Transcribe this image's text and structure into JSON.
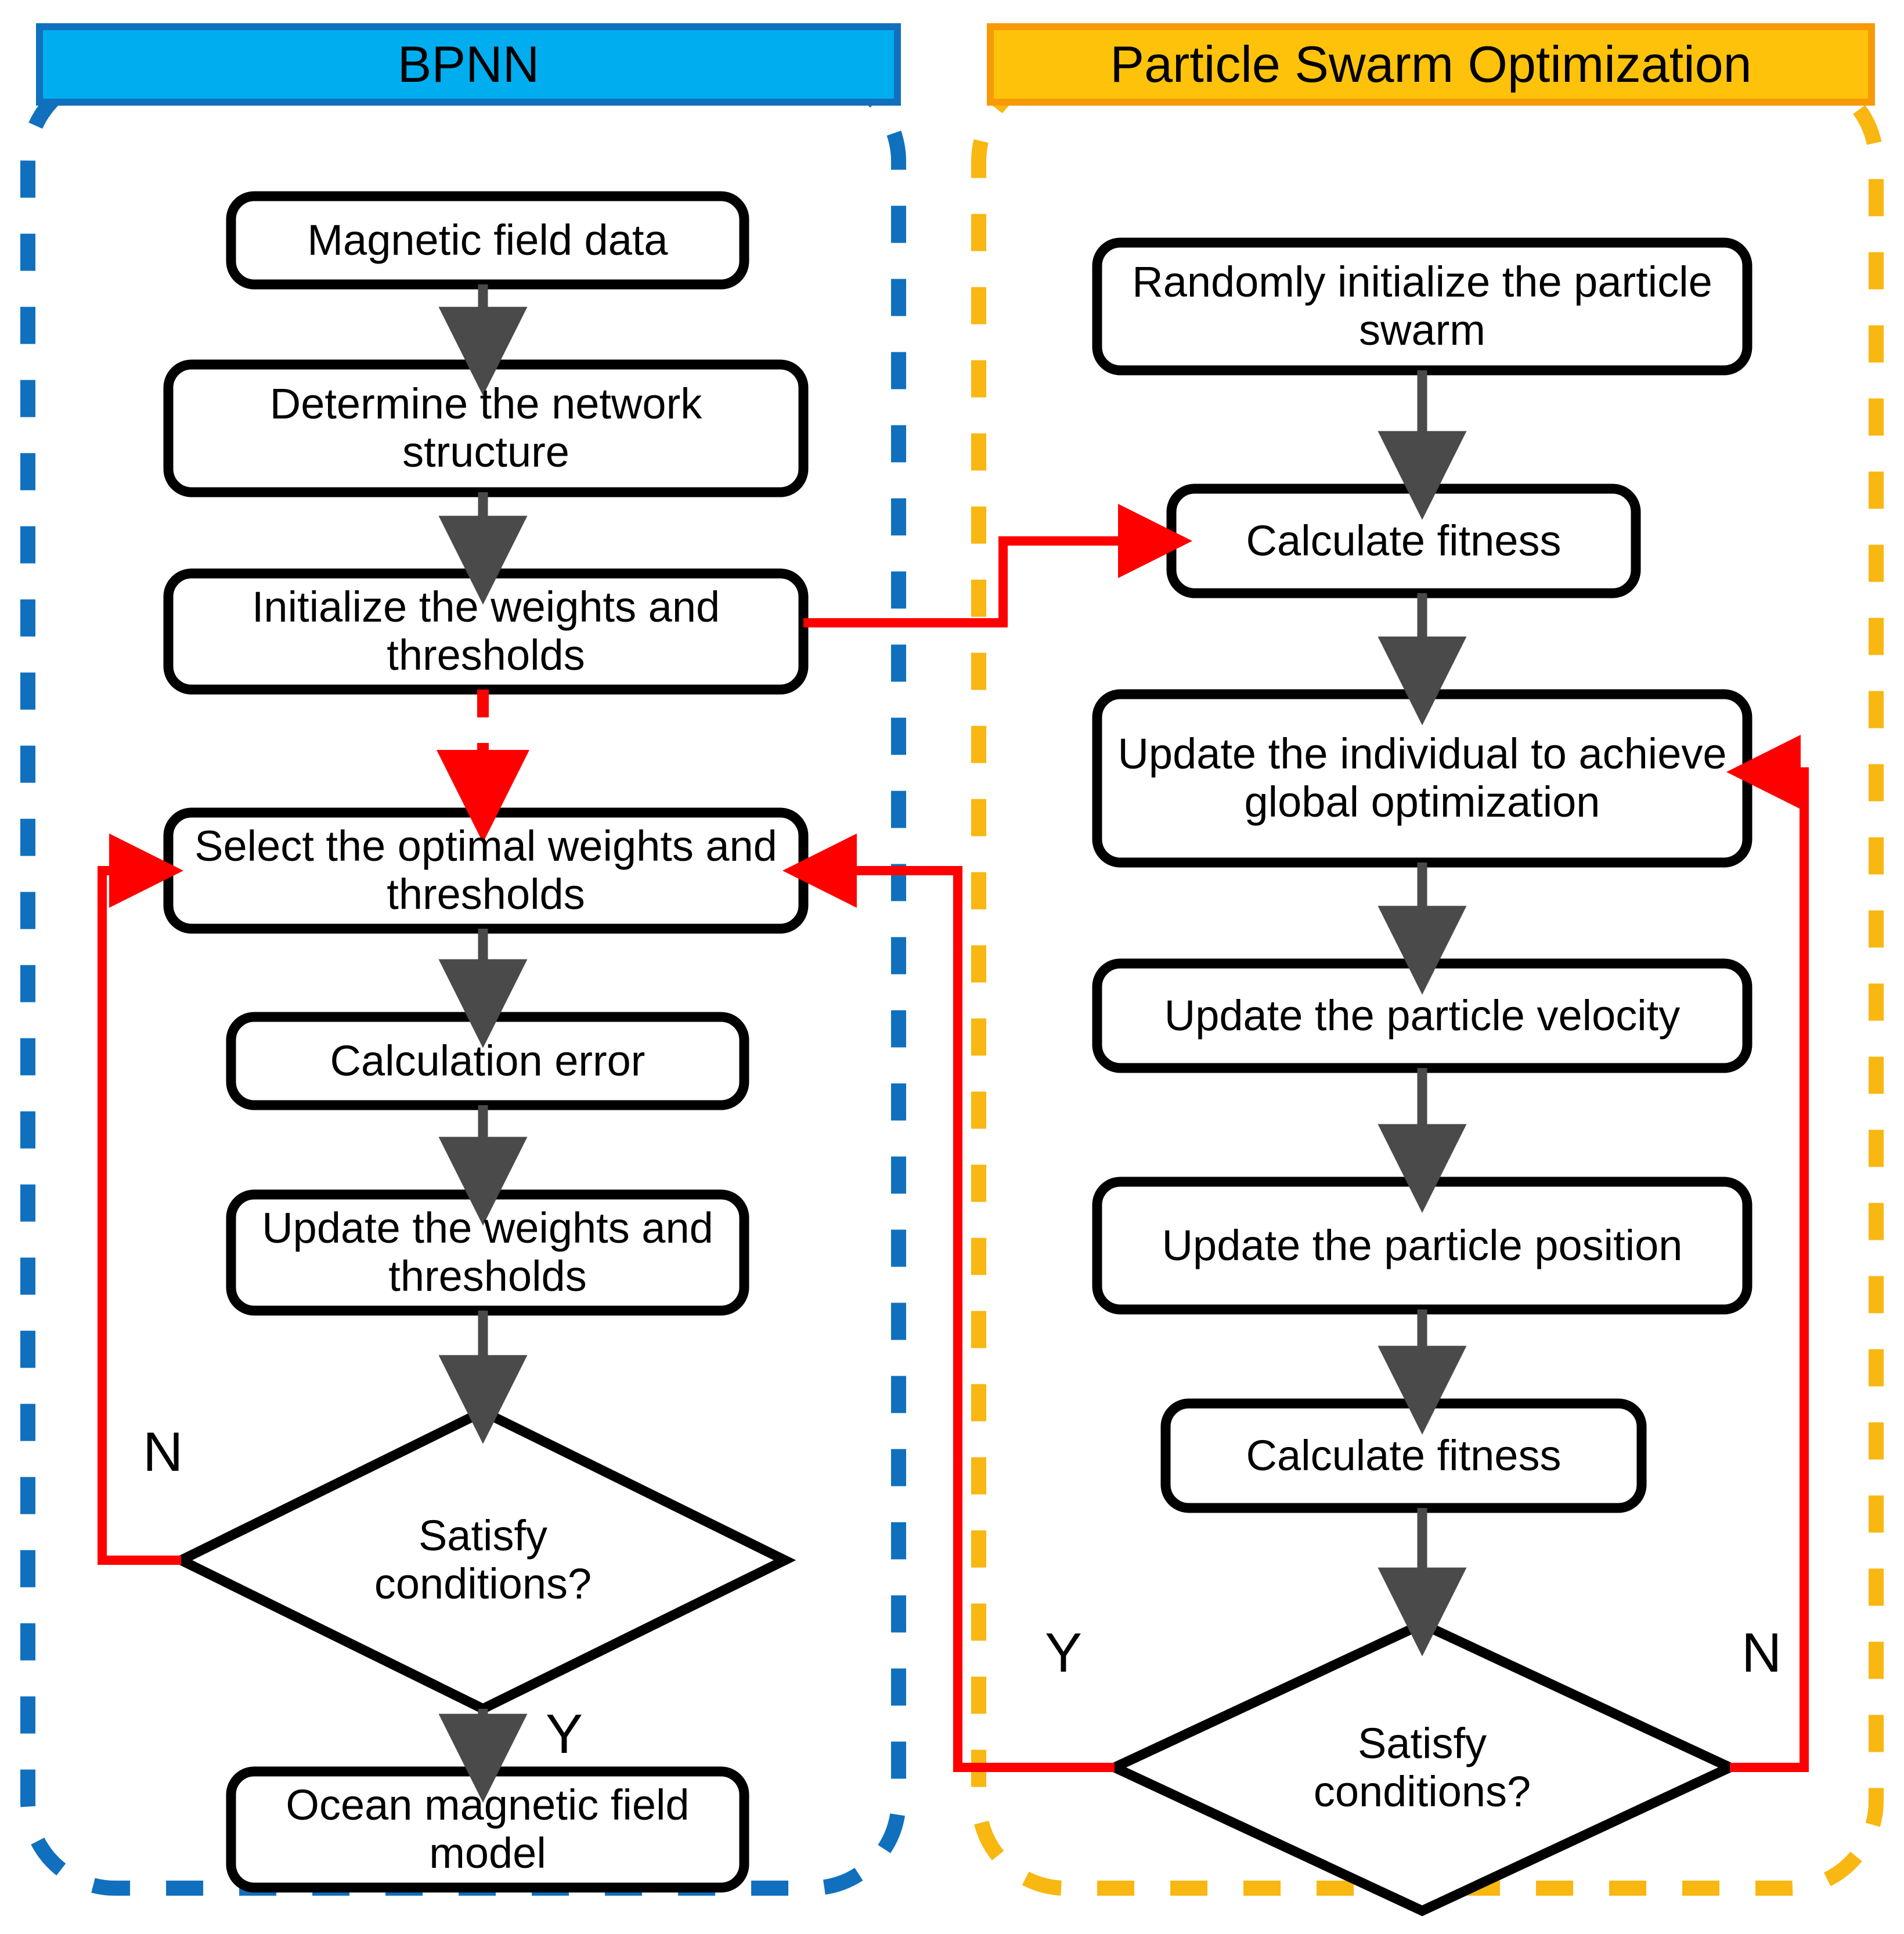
{
  "diagram": {
    "title_left": "BPNN",
    "title_right": "Particle Swarm Optimization",
    "colors": {
      "left_panel": "#1070BE",
      "right_panel": "#F8B711",
      "left_header_fill": "#00AEEF",
      "left_header_border": "#1070BE",
      "right_header_fill": "#FFC20A",
      "right_header_border": "#F89A07",
      "node_border": "#000000",
      "node_fill": "#FFFFFF",
      "flow_arrow": "#4A4A4A",
      "cross_link": "#FF0000"
    },
    "left_nodes": [
      {
        "id": "magnetic-field-data",
        "label": "Magnetic field data"
      },
      {
        "id": "determine-network-structure",
        "label": "Determine the network structure"
      },
      {
        "id": "initialize-weights-thresholds",
        "label": "Initialize the weights and thresholds"
      },
      {
        "id": "select-optimal-weights-thresholds",
        "label": "Select the optimal weights and thresholds"
      },
      {
        "id": "calculation-error",
        "label": "Calculation error"
      },
      {
        "id": "update-weights-thresholds",
        "label": "Update the weights and thresholds"
      },
      {
        "id": "satisfy-conditions-left",
        "label": "Satisfy conditions?"
      },
      {
        "id": "ocean-magnetic-field-model",
        "label": "Ocean magnetic field model"
      }
    ],
    "right_nodes": [
      {
        "id": "randomly-initialize-swarm",
        "label": "Randomly initialize the particle swarm"
      },
      {
        "id": "calculate-fitness-top",
        "label": "Calculate fitness"
      },
      {
        "id": "update-individual-global",
        "label": "Update the individual to achieve global optimization"
      },
      {
        "id": "update-particle-velocity",
        "label": "Update the particle velocity"
      },
      {
        "id": "update-particle-position",
        "label": "Update the particle position"
      },
      {
        "id": "calculate-fitness-bottom",
        "label": "Calculate fitness"
      },
      {
        "id": "satisfy-conditions-right",
        "label": "Satisfy conditions?"
      }
    ],
    "branch_labels": {
      "left_no": "N",
      "left_yes": "Y",
      "right_yes": "Y",
      "right_no": "N"
    }
  }
}
